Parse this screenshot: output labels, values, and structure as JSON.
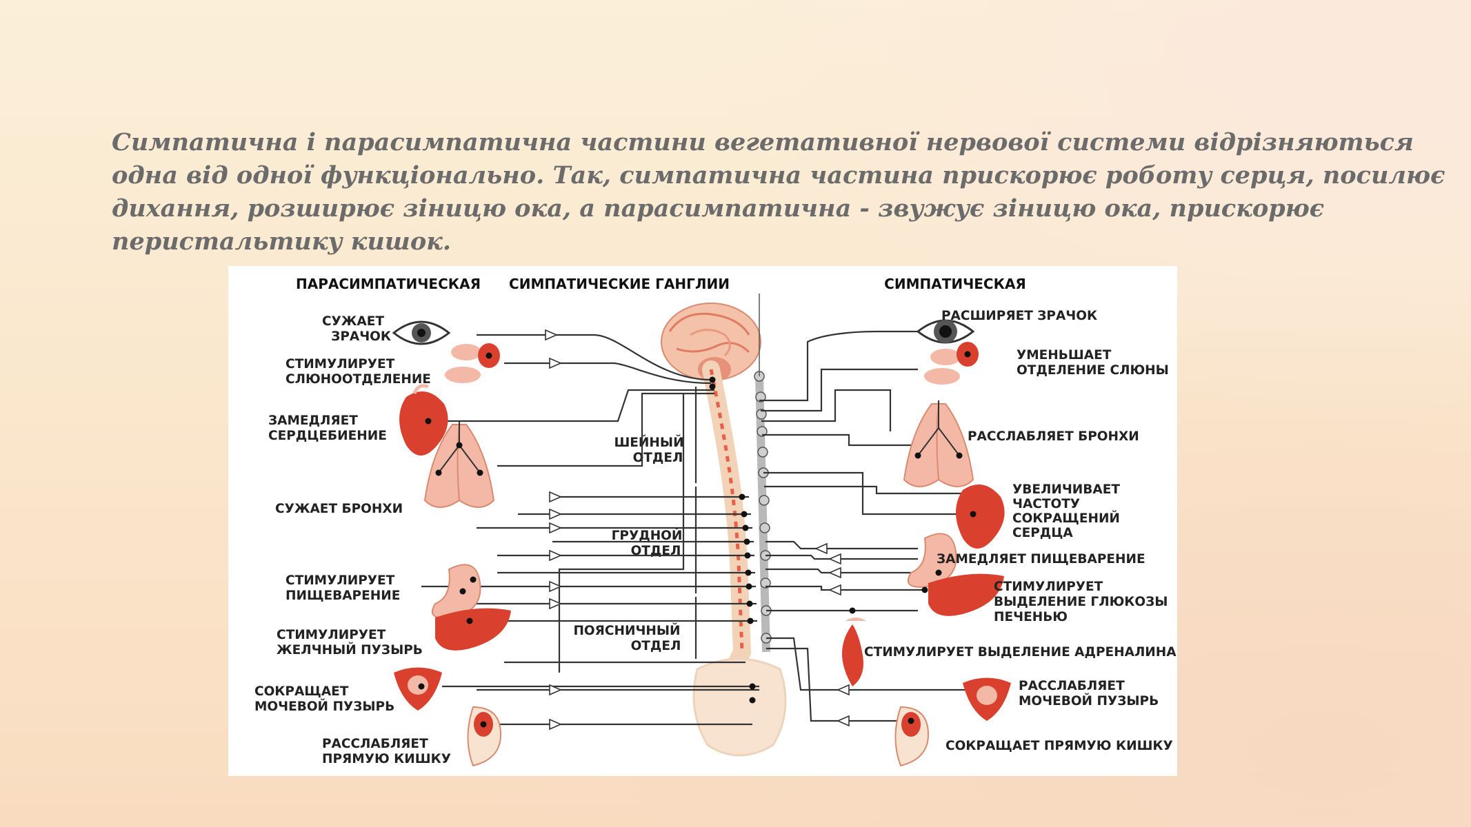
{
  "intro": {
    "lines": [
      "Симпатична і парасимпатична  частини  вегетативної  нервової системи відрізняються",
      "одна від одної функціонально. Так, симпатична частина прискорює роботу серця, посилює",
      "дихання, розширює зіницю ока, а парасимпатична - звужує зіницю ока, прискорює",
      "перистальтику кишок."
    ]
  },
  "diagram": {
    "headers": {
      "parasympathetic": "ПАРАСИМПАТИЧЕСКАЯ",
      "ganglia": "СИМПАТИЧЕСКИЕ ГАНГЛИИ",
      "sympathetic": "СИМПАТИЧЕСКАЯ"
    },
    "spine_sections": {
      "cervical": [
        "ШЕЙНЫЙ",
        "ОТДЕЛ"
      ],
      "thoracic": [
        "ГРУДНОЙ",
        "ОТДЕЛ"
      ],
      "lumbar": [
        "ПОЯСНИЧНЫЙ",
        "ОТДЕЛ"
      ]
    },
    "parasympathetic_effects": {
      "eye": [
        "СУЖАЕТ",
        "ЗРАЧОК"
      ],
      "saliva": [
        "СТИМУЛИРУЕТ",
        "СЛЮНООТДЕЛЕНИЕ"
      ],
      "heart": [
        "ЗАМЕДЛЯЕТ",
        "СЕРДЦЕБИЕНИЕ"
      ],
      "lungs": [
        "СУЖАЕТ БРОНХИ"
      ],
      "stomach": [
        "СТИМУЛИРУЕТ",
        "ПИЩЕВАРЕНИЕ"
      ],
      "liver": [
        "СТИМУЛИРУЕТ",
        "ЖЕЛЧНЫЙ ПУЗЫРЬ"
      ],
      "bladder": [
        "СОКРАЩАЕТ",
        "МОЧЕВОЙ ПУЗЫРЬ"
      ],
      "rectum": [
        "РАССЛАБЛЯЕТ",
        "ПРЯМУЮ КИШКУ"
      ]
    },
    "sympathetic_effects": {
      "eye": [
        "РАСШИРЯЕТ ЗРАЧОК"
      ],
      "saliva": [
        "УМЕНЬШАЕТ",
        "ОТДЕЛЕНИЕ СЛЮНЫ"
      ],
      "lungs": [
        "РАССЛАБЛЯЕТ БРОНХИ"
      ],
      "heart": [
        "УВЕЛИЧИВАЕТ",
        "ЧАСТОТУ",
        "СОКРАЩЕНИЙ",
        "СЕРДЦА"
      ],
      "stomach": [
        "ЗАМЕДЛЯЕТ ПИЩЕВАРЕНИЕ"
      ],
      "liver": [
        "СТИМУЛИРУЕТ",
        "ВЫДЕЛЕНИЕ ГЛЮКОЗЫ",
        "ПЕЧЕНЬЮ"
      ],
      "adrenal": [
        "СТИМУЛИРУЕТ ВЫДЕЛЕНИЕ АДРЕНАЛИНА"
      ],
      "bladder": [
        "РАССЛАБЛЯЕТ",
        "МОЧЕВОЙ ПУЗЫРЬ"
      ],
      "rectum": [
        "СОКРАЩАЕТ ПРЯМУЮ КИШКУ"
      ]
    },
    "colors": {
      "organ_red": "#d9402e",
      "organ_light": "#f4b9a6",
      "spine_beige": "#f3d3b8",
      "ganglia_gray": "#b9b9b9",
      "wire": "#333333"
    }
  }
}
